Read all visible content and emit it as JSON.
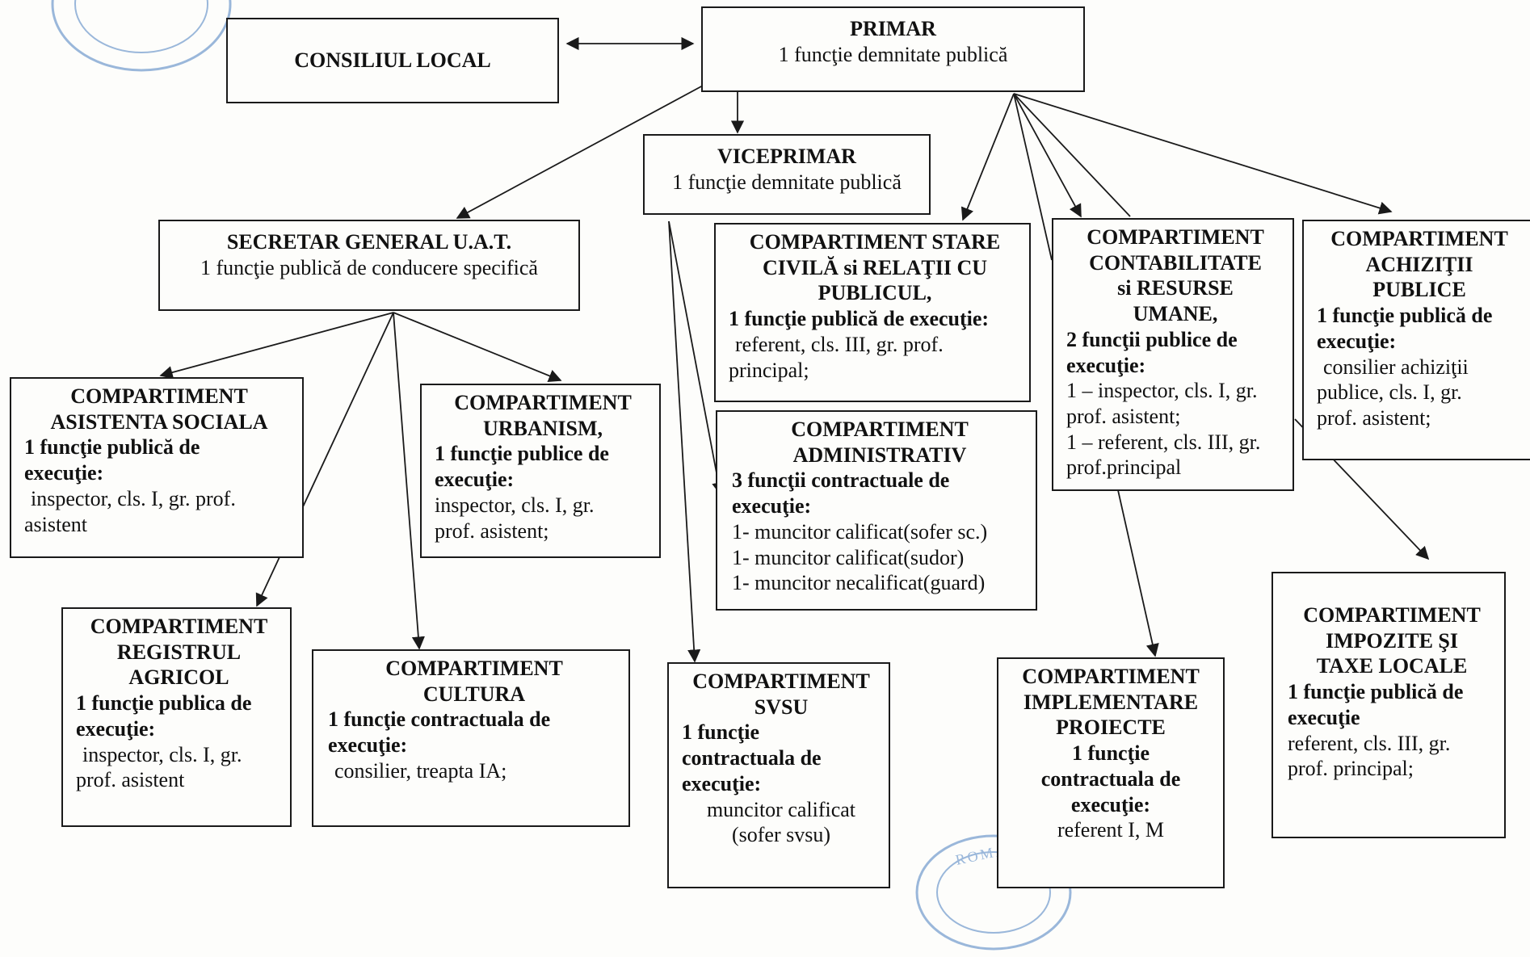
{
  "colors": {
    "ink": "#1a1a1a",
    "paper": "#fdfdfb",
    "stamp": "#4a7fc0"
  },
  "nodes": {
    "consiliu": {
      "title": "CONSILIUL LOCAL"
    },
    "primar": {
      "title": "PRIMAR",
      "sub": "1 funcţie demnitate publică"
    },
    "viceprimar": {
      "title": "VICEPRIMAR",
      "sub": "1 funcţie demnitate publică"
    },
    "secretar": {
      "title": "SECRETAR GENERAL U.A.T.",
      "sub": "1 funcţie publică de conducere specifică"
    },
    "asistenta": {
      "title": [
        "COMPARTIMENT",
        "ASISTENTA SOCIALA"
      ],
      "lead": [
        "1 funcţie publică de",
        "execuţie:"
      ],
      "lines": [
        "inspector, cls. I, gr. prof.",
        "asistent"
      ]
    },
    "urbanism": {
      "title": [
        "COMPARTIMENT",
        "URBANISM,"
      ],
      "lead": [
        "1 funcţie publice de",
        "execuţie:"
      ],
      "lines": [
        "inspector, cls. I, gr.",
        "prof. asistent;"
      ]
    },
    "registru": {
      "title": [
        "COMPARTIMENT",
        "REGISTRUL",
        "AGRICOL"
      ],
      "lead": [
        "1 funcţie publica de",
        "execuţie:"
      ],
      "lines": [
        "inspector, cls. I, gr.",
        "prof. asistent"
      ]
    },
    "cultura": {
      "title": [
        "COMPARTIMENT",
        "CULTURA"
      ],
      "lead": [
        "1 funcţie contractuala de",
        "execuţie:"
      ],
      "lines": [
        "consilier, treapta IA;"
      ]
    },
    "stare_civila": {
      "title": [
        "COMPARTIMENT STARE",
        "CIVILĂ si RELAŢII CU",
        "PUBLICUL,"
      ],
      "lead": [
        "1 funcţie publică de execuţie:"
      ],
      "lines": [
        "referent, cls. III, gr. prof.",
        "principal;"
      ]
    },
    "administrativ": {
      "title": [
        "COMPARTIMENT",
        "ADMINISTRATIV"
      ],
      "lead": [
        "3 funcţii contractuale de",
        "execuţie:"
      ],
      "lines": [
        "1- muncitor calificat(sofer sc.)",
        "1- muncitor calificat(sudor)",
        "1- muncitor necalificat(guard)"
      ]
    },
    "svsu": {
      "title": [
        "COMPARTIMENT",
        "SVSU"
      ],
      "lead": [
        "1 funcţie",
        "contractuala de",
        "execuţie:"
      ],
      "lines": [
        "muncitor calificat",
        "(sofer svsu)"
      ]
    },
    "contabilitate": {
      "title": [
        "COMPARTIMENT",
        "CONTABILITATE",
        "si RESURSE",
        "UMANE,"
      ],
      "lead": [
        "2 funcţii publice de",
        "execuţie:"
      ],
      "lines": [
        "1 – inspector, cls. I, gr.",
        "prof. asistent;",
        "1 – referent, cls. III, gr.",
        "prof.principal"
      ]
    },
    "achizitii": {
      "title": [
        "COMPARTIMENT",
        "ACHIZIŢII",
        "PUBLICE"
      ],
      "lead": [
        "1 funcţie publică de",
        "execuţie:"
      ],
      "lines": [
        "consilier achiziţii",
        "publice, cls. I, gr.",
        "prof. asistent;"
      ]
    },
    "implementare": {
      "title": [
        "COMPARTIMENT",
        "IMPLEMENTARE",
        "PROIECTE"
      ],
      "lead": [
        "1 funcţie",
        "contractuala de",
        "execuţie:"
      ],
      "lines": [
        "referent I, M"
      ]
    },
    "impozite": {
      "title": [
        "COMPARTIMENT",
        "IMPOZITE ŞI",
        "TAXE LOCALE"
      ],
      "lead": [
        "1 funcţie publică de",
        "execuţie"
      ],
      "lines": [
        "referent, cls. III, gr.",
        "prof. principal;"
      ]
    }
  },
  "stamps": {
    "bottom": [
      "ROMANIA"
    ]
  }
}
